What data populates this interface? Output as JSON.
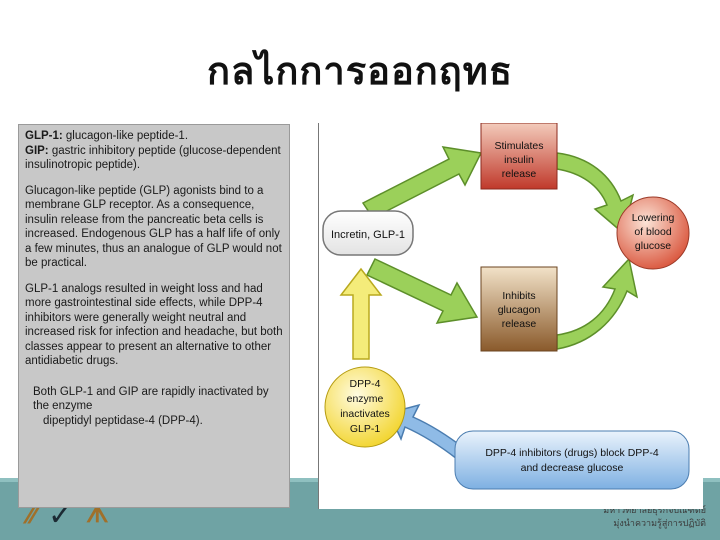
{
  "page": {
    "title": "กลไกการออกฤทธ"
  },
  "notes": {
    "glp1_term": "GLP-1:",
    "glp1_def": "glucagon-like peptide-1.",
    "gip_term": "GIP:",
    "gip_def": "gastric inhibitory peptide (glucose-dependent insulinotropic peptide).",
    "para1": "Glucagon-like peptide (GLP) agonists bind to a membrane GLP receptor. As a consequence, insulin release from the pancreatic beta cells is increased. Endogenous GLP has a half life of only a few minutes, thus an analogue of GLP would not be practical.",
    "para2": "GLP-1 analogs resulted in weight loss and had more gastrointestinal side effects, while DPP-4 inhibitors were generally weight neutral and increased risk for infection and headache, but both classes appear to present an alternative to other antidiabetic drugs.",
    "para3": "Both GLP-1 and GIP are rapidly inactivated by the enzyme",
    "para3_cont": "dipeptidyl peptidase-4 (DPP-4)."
  },
  "diagram": {
    "incretin": "Incretin, GLP-1",
    "stimulates": [
      "Stimulates",
      "insulin",
      "release"
    ],
    "inhibits": [
      "Inhibits",
      "glucagon",
      "release"
    ],
    "lowering": [
      "Lowering",
      "of blood",
      "glucose"
    ],
    "dpp4": [
      "DPP-4",
      "enzyme",
      "inactivates",
      "GLP-1"
    ],
    "inhibitors": [
      "DPP-4 inhibitors (drugs) block DPP-4",
      "and decrease glucose"
    ],
    "colors": {
      "red": "#c0392b",
      "brown": "#8a5a2b",
      "green": "#7fc241",
      "yellow": "#f2e23a",
      "blue": "#8fbbe6",
      "navy": "#1a3c8f"
    }
  },
  "footer": {
    "line1": "มหาวิทยาลัยธุรกิจบัณฑิตย์",
    "line2": "มุ่งนำความรู้สู่การปฏิบัติ"
  }
}
